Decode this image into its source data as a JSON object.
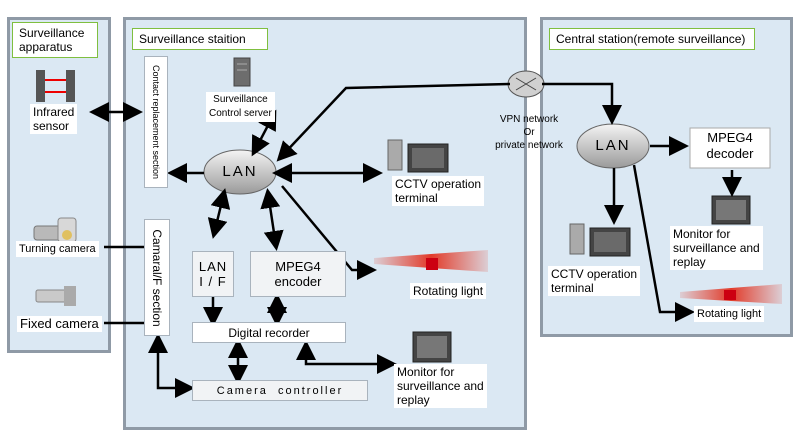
{
  "panels": {
    "surveillance_apparatus": "Surveillance\napparatus",
    "surveillance_station": "Surveillance staition",
    "central_station": "Central station(remote surveillance)"
  },
  "devices": {
    "infrared_sensor": "Infrared\nsensor",
    "turning_camera": "Turning camera",
    "fixed_camera": "Fixed camera",
    "contact_replacement": "Contact replacement section",
    "control_server": "Surveillance\nControl server",
    "lan_local": "LAN",
    "cctv_local": "CCTV operation\nterminal",
    "camera_if": "Camaral/F section",
    "lan_if": "LAN\nI / F",
    "mpeg4_encoder": "MPEG4\nencoder",
    "rotating_light_local": "Rotating light",
    "digital_recorder": "Digital recorder",
    "camera_controller": "Camera  controller",
    "monitor_local": "Monitor for\nsurveillance and\nreplay",
    "vpn_network": "VPN network\nOr\nprivate network",
    "lan_remote": "LAN",
    "mpeg4_decoder": "MPEG4\ndecoder",
    "monitor_remote": "Monitor for\nsurveillance and\nreplay",
    "cctv_remote": "CCTV operation\nterminal",
    "rotating_light_remote": "Rotating light"
  },
  "colors": {
    "panel_fill": "#dbe8f3",
    "panel_border": "#8f9aa6",
    "tag_border": "#7fbf3f",
    "arrow": "#000000",
    "light_red": "#e23b2a"
  }
}
